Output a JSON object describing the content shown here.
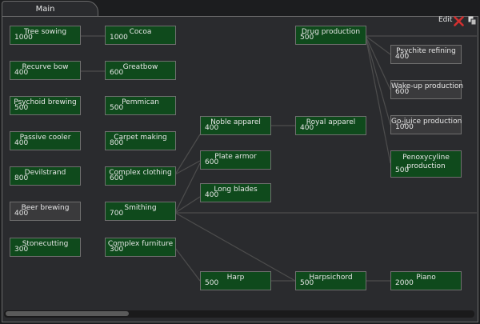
{
  "tab": {
    "label": "Main"
  },
  "header": {
    "edit_label": "Edit"
  },
  "icons": {
    "close": "close-icon",
    "copy": "copy-icon"
  },
  "colors": {
    "completed_node": "#0f4a1c",
    "locked_node": "#3a3a3c",
    "link_line": "#4d4d4d",
    "close_red": "#d32f2f"
  },
  "nodes": [
    {
      "key": "tree_sowing",
      "name": "Tree sowing",
      "cost": "1000",
      "state": "done"
    },
    {
      "key": "cocoa",
      "name": "Cocoa",
      "cost": "1000",
      "state": "done"
    },
    {
      "key": "drug_production",
      "name": "Drug production",
      "cost": "500",
      "state": "done"
    },
    {
      "key": "psychite_refining",
      "name": "Psychite refining",
      "cost": "400",
      "state": "locked"
    },
    {
      "key": "recurve_bow",
      "name": "Recurve bow",
      "cost": "400",
      "state": "done"
    },
    {
      "key": "greatbow",
      "name": "Greatbow",
      "cost": "600",
      "state": "done"
    },
    {
      "key": "wake_up_production",
      "name": "Wake-up production",
      "cost": "600",
      "state": "locked"
    },
    {
      "key": "psychoid_brewing",
      "name": "Psychoid brewing",
      "cost": "500",
      "state": "done"
    },
    {
      "key": "pemmican",
      "name": "Pemmican",
      "cost": "500",
      "state": "done"
    },
    {
      "key": "go_juice_production",
      "name": "Go-juice production",
      "cost": "1000",
      "state": "locked"
    },
    {
      "key": "passive_cooler",
      "name": "Passive cooler",
      "cost": "400",
      "state": "done"
    },
    {
      "key": "carpet_making",
      "name": "Carpet making",
      "cost": "800",
      "state": "done"
    },
    {
      "key": "noble_apparel",
      "name": "Noble apparel",
      "cost": "400",
      "state": "done"
    },
    {
      "key": "royal_apparel",
      "name": "Royal apparel",
      "cost": "400",
      "state": "done"
    },
    {
      "key": "plate_armor",
      "name": "Plate armor",
      "cost": "600",
      "state": "done"
    },
    {
      "key": "penoxycyline_production",
      "name": "Penoxycyline production",
      "cost": "500",
      "state": "done"
    },
    {
      "key": "devilstrand",
      "name": "Devilstrand",
      "cost": "800",
      "state": "done"
    },
    {
      "key": "complex_clothing",
      "name": "Complex clothing",
      "cost": "600",
      "state": "done"
    },
    {
      "key": "long_blades",
      "name": "Long blades",
      "cost": "400",
      "state": "done"
    },
    {
      "key": "beer_brewing",
      "name": "Beer brewing",
      "cost": "400",
      "state": "locked"
    },
    {
      "key": "smithing",
      "name": "Smithing",
      "cost": "700",
      "state": "done"
    },
    {
      "key": "stonecutting",
      "name": "Stonecutting",
      "cost": "300",
      "state": "done"
    },
    {
      "key": "complex_furniture",
      "name": "Complex furniture",
      "cost": "300",
      "state": "done"
    },
    {
      "key": "harp",
      "name": "Harp",
      "cost": "500",
      "state": "done"
    },
    {
      "key": "harpsichord",
      "name": "Harpsichord",
      "cost": "500",
      "state": "done"
    },
    {
      "key": "piano",
      "name": "Piano",
      "cost": "2000",
      "state": "done"
    }
  ],
  "scroll": {
    "horizontal_position": 0.0,
    "visible_fraction": 0.26
  }
}
